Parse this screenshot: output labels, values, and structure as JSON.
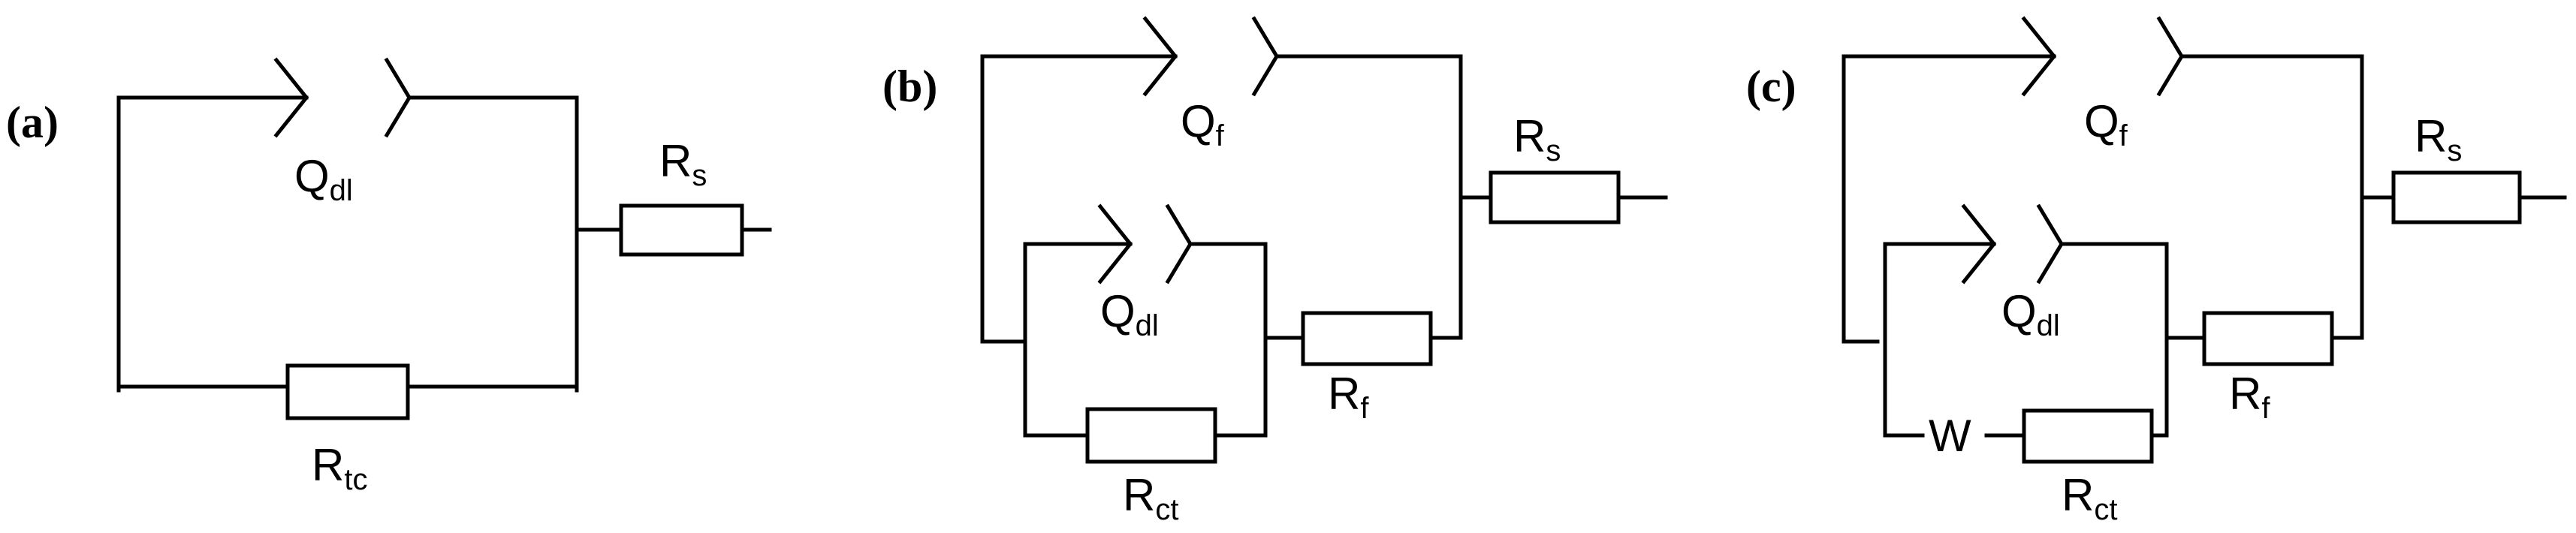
{
  "panels": [
    {
      "id": "a",
      "panel_label": "(a)",
      "labels": {
        "qdl_main": "Q",
        "qdl_sub": "dl",
        "rs_main": "R",
        "rs_sub": "s",
        "rtc_main": "R",
        "rtc_sub": "tc"
      }
    },
    {
      "id": "b",
      "panel_label": "(b)",
      "labels": {
        "qf_main": "Q",
        "qf_sub": "f",
        "rs_main": "R",
        "rs_sub": "s",
        "qdl_main": "Q",
        "qdl_sub": "dl",
        "rf_main": "R",
        "rf_sub": "f",
        "rct_main": "R",
        "rct_sub": "ct"
      }
    },
    {
      "id": "c",
      "panel_label": "(c)",
      "labels": {
        "qf_main": "Q",
        "qf_sub": "f",
        "rs_main": "R",
        "rs_sub": "s",
        "qdl_main": "Q",
        "qdl_sub": "dl",
        "rf_main": "R",
        "rf_sub": "f",
        "w": "W",
        "rct_main": "R",
        "rct_sub": "ct"
      }
    }
  ]
}
